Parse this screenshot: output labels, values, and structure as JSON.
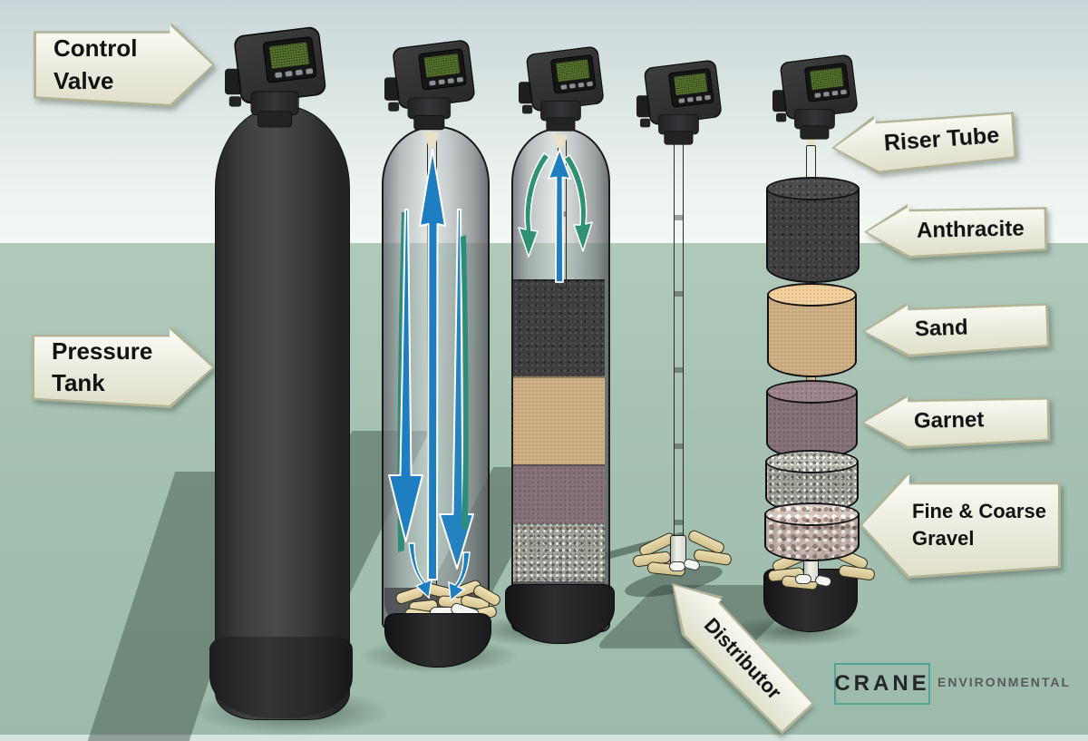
{
  "callouts": [
    {
      "id": "control-valve",
      "text": "Control Valve",
      "direction": "right"
    },
    {
      "id": "pressure-tank",
      "text": "Pressure Tank",
      "direction": "right"
    },
    {
      "id": "riser-tube",
      "text": "Riser Tube",
      "direction": "left"
    },
    {
      "id": "anthracite",
      "text": "Anthracite",
      "direction": "left"
    },
    {
      "id": "sand",
      "text": "Sand",
      "direction": "left"
    },
    {
      "id": "garnet",
      "text": "Garnet",
      "direction": "left"
    },
    {
      "id": "fine-coarse-gravel",
      "text": "Fine & Coarse Gravel",
      "direction": "left"
    },
    {
      "id": "distributor",
      "text": "Distributor",
      "direction": "diagonal-up-left"
    }
  ],
  "logo": {
    "brand": "CRANE",
    "tagline": "ENVIRONMENTAL",
    "border_color": "#4da692"
  },
  "colors": {
    "sky_top": "#c9d6d9",
    "sky_horizon": "#f4f8f5",
    "floor": "#a7c2b4",
    "callout_fill": "#ecece0",
    "callout_border": "#b2b296",
    "flow_blue": "#1d7fc2",
    "flow_green": "#2e9173",
    "flow_teal": "#2c8e79",
    "tank_dark": "#3a3a3d",
    "anthracite": "#3e3e40",
    "sand": "#d0b187",
    "garnet": "#867079",
    "gravel": "#a3a39c",
    "pellet_cream": "#e6d7a8"
  }
}
